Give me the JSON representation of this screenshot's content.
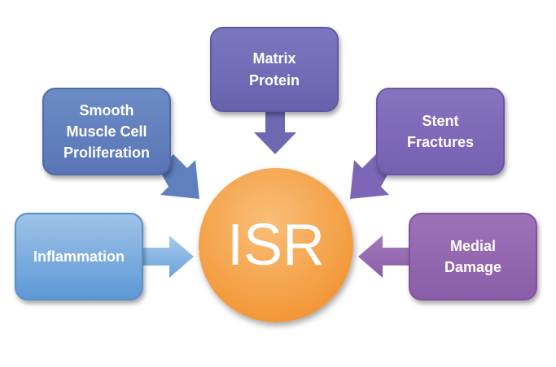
{
  "center": {
    "label": "ISR",
    "color": "#f39a3c"
  },
  "nodes": {
    "smooth_muscle": {
      "lines": [
        "Smooth",
        "Muscle Cell",
        "Proliferation"
      ],
      "color": "#5f7fbd"
    },
    "matrix_protein": {
      "lines": [
        "Matrix",
        "Protein"
      ],
      "color": "#6e68b3"
    },
    "stent_fractures": {
      "lines": [
        "Stent",
        "Fractures"
      ],
      "color": "#7c66b5"
    },
    "inflammation": {
      "lines": [
        "Inflammation"
      ],
      "color": "#6fa3db"
    },
    "medial_damage": {
      "lines": [
        "Medial",
        "Damage"
      ],
      "color": "#9064ad"
    }
  }
}
